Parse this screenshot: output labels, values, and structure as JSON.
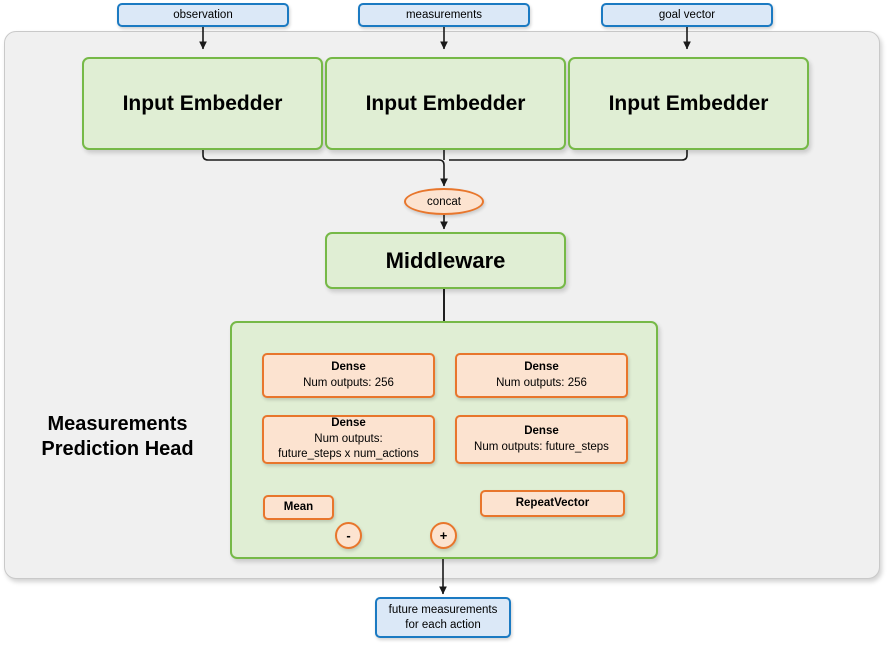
{
  "diagram": {
    "title": "Measurements Prediction Head network diagram",
    "inputs": [
      {
        "label": "observation"
      },
      {
        "label": "measurements"
      },
      {
        "label": "goal vector"
      }
    ],
    "embedders": [
      {
        "label": "Input Embedder"
      },
      {
        "label": "Input Embedder"
      },
      {
        "label": "Input Embedder"
      }
    ],
    "concat": {
      "label": "concat"
    },
    "middleware": {
      "label": "Middleware"
    },
    "head": {
      "label_line1": "Measurements",
      "label_line2": "Prediction Head",
      "left_branch": {
        "dense1": {
          "title": "Dense",
          "line2": "Num outputs: 256"
        },
        "dense2": {
          "title": "Dense",
          "line2": "Num outputs:",
          "line3": "future_steps x num_actions"
        },
        "mean": {
          "label": "Mean"
        },
        "op": {
          "symbol": "-"
        }
      },
      "right_branch": {
        "dense1": {
          "title": "Dense",
          "line2": "Num outputs: 256"
        },
        "dense2": {
          "title": "Dense",
          "line2": "Num outputs: future_steps"
        },
        "repeat_vector": {
          "label": "RepeatVector"
        },
        "op": {
          "symbol": "+"
        }
      }
    },
    "output": {
      "line1": "future measurements",
      "line2": "for each action"
    },
    "colors": {
      "input_fill": "#dbe8f7",
      "input_stroke": "#1b7ac2",
      "green_fill": "#e0eed4",
      "green_stroke": "#76b947",
      "orange_fill": "#fce3d0",
      "orange_stroke": "#e8762c",
      "panel_fill": "#f0f0f0",
      "panel_stroke": "#c9c9c9",
      "wire": "#1a1a1a"
    }
  }
}
